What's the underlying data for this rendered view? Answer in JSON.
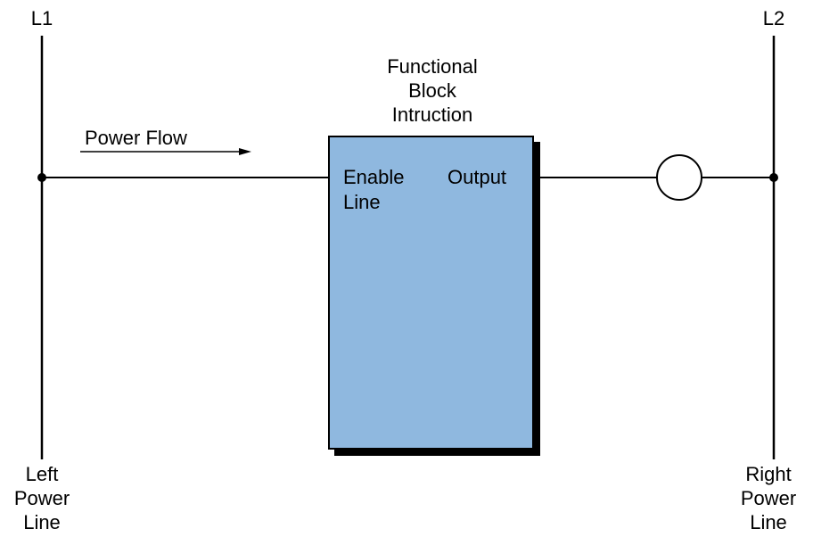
{
  "colors": {
    "line": "#000000",
    "block_fill": "#8fb8df",
    "block_shadow": "#000000",
    "background": "#ffffff"
  },
  "labels": {
    "l1": "L1",
    "l2": "L2",
    "left_power_line": [
      "Left",
      "Power",
      "Line"
    ],
    "right_power_line": [
      "Right",
      "Power",
      "Line"
    ],
    "power_flow": "Power Flow",
    "block_title": [
      "Functional",
      "Block",
      "Intruction"
    ],
    "enable_line": [
      "Enable",
      "Line"
    ],
    "output": "Output"
  },
  "icons": {
    "coil": "output-coil-icon",
    "arrow": "arrow-right-icon"
  }
}
